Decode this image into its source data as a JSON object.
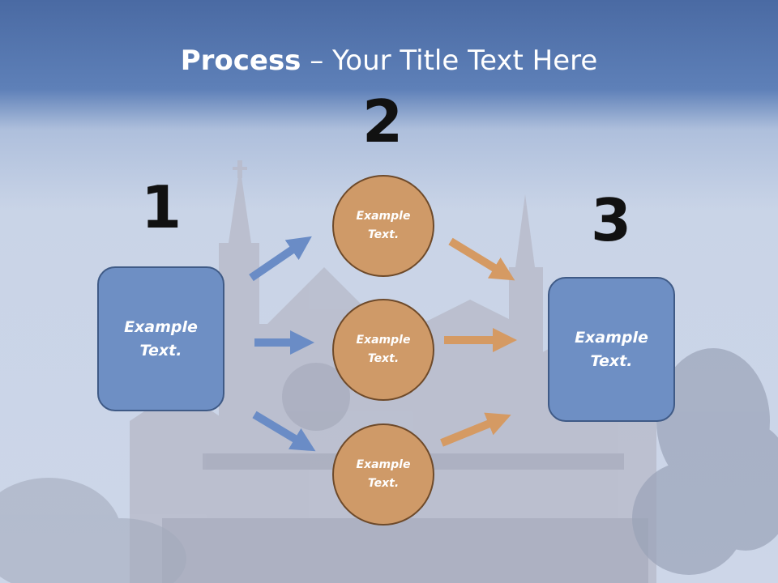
{
  "title": {
    "bold": "Process",
    "rest": " – Your Title Text Here"
  },
  "steps": {
    "one": "1",
    "two": "2",
    "three": "3"
  },
  "left_box": "Example Text.",
  "right_box": "Example Text.",
  "circles": [
    "Example Text.",
    "Example Text.",
    "Example Text."
  ],
  "colors": {
    "box_fill": "#6e8fc4",
    "circle_fill": "#cf9a68",
    "arrow_blue": "#6a8cc6",
    "arrow_orange": "#d59a63",
    "title_bar": "#5a7bb5"
  }
}
